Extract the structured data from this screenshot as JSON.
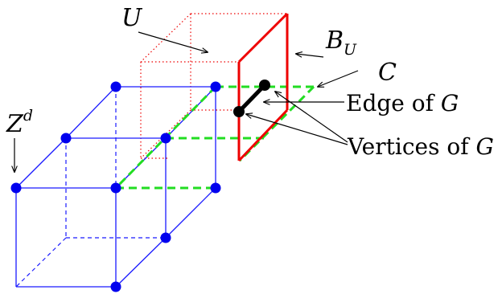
{
  "labels": {
    "U": "U",
    "B": "B",
    "B_sub": "U",
    "C": "C",
    "Z": "Z",
    "Z_sup": "d",
    "edge_text": "Edge of ",
    "edge_var": "G",
    "vertices_text": "Vertices of ",
    "vertices_var": "G"
  },
  "colors": {
    "lattice": "#1a1aff",
    "vertex": "#0000ee",
    "cut": "#22dd22",
    "boundary": "#ee0000",
    "box": "#ee0000",
    "graph": "#000000",
    "text": "#000000"
  }
}
